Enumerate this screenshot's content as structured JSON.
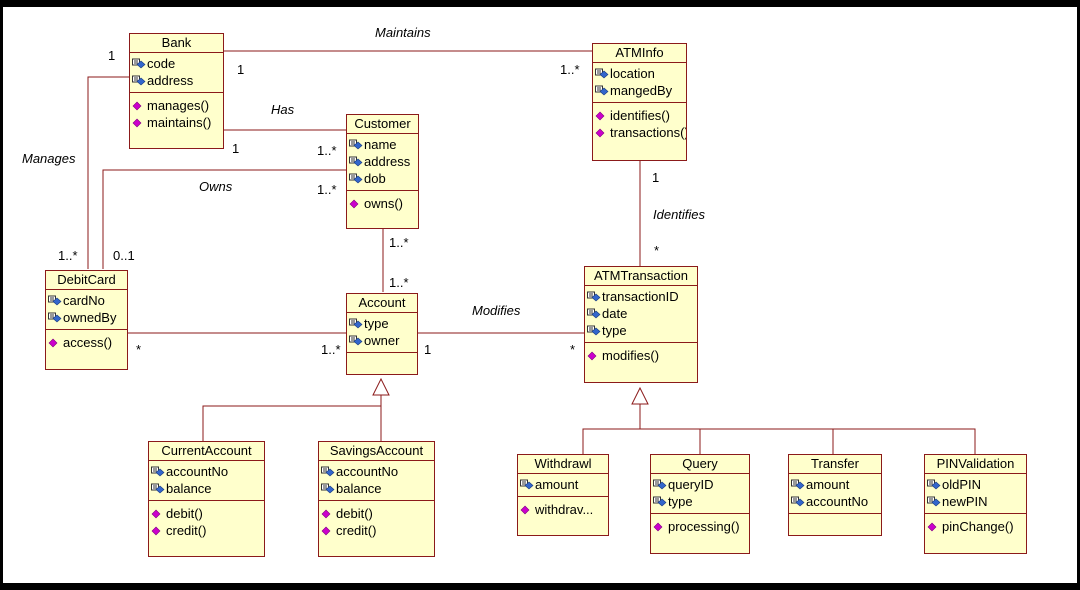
{
  "classes": [
    {
      "id": "bank",
      "name": "Bank",
      "attrs": [
        "code",
        "address"
      ],
      "ops": [
        "manages()",
        "maintains()"
      ]
    },
    {
      "id": "atminfo",
      "name": "ATMInfo",
      "attrs": [
        "location",
        "mangedBy"
      ],
      "ops": [
        "identifies()",
        "transactions()"
      ]
    },
    {
      "id": "customer",
      "name": "Customer",
      "attrs": [
        "name",
        "address",
        "dob"
      ],
      "ops": [
        "owns()"
      ]
    },
    {
      "id": "debitcard",
      "name": "DebitCard",
      "attrs": [
        "cardNo",
        "ownedBy"
      ],
      "ops": [
        "access()"
      ]
    },
    {
      "id": "account",
      "name": "Account",
      "attrs": [
        "type",
        "owner"
      ],
      "ops": []
    },
    {
      "id": "atmtransaction",
      "name": "ATMTransaction",
      "attrs": [
        "transactionID",
        "date",
        "type"
      ],
      "ops": [
        "modifies()"
      ]
    },
    {
      "id": "currentaccount",
      "name": "CurrentAccount",
      "attrs": [
        "accountNo",
        "balance"
      ],
      "ops": [
        "debit()",
        "credit()"
      ]
    },
    {
      "id": "savingsaccount",
      "name": "SavingsAccount",
      "attrs": [
        "accountNo",
        "balance"
      ],
      "ops": [
        "debit()",
        "credit()"
      ]
    },
    {
      "id": "withdrawl",
      "name": "Withdrawl",
      "attrs": [
        "amount"
      ],
      "ops": [
        "withdrav..."
      ]
    },
    {
      "id": "query",
      "name": "Query",
      "attrs": [
        "queryID",
        "type"
      ],
      "ops": [
        "processing()"
      ]
    },
    {
      "id": "transfer",
      "name": "Transfer",
      "attrs": [
        "amount",
        "accountNo"
      ],
      "ops": []
    },
    {
      "id": "pinvalidation",
      "name": "PINValidation",
      "attrs": [
        "oldPIN",
        "newPIN"
      ],
      "ops": [
        "pinChange()"
      ]
    }
  ],
  "associations": {
    "maintains": "Maintains",
    "has": "Has",
    "manages": "Manages",
    "owns": "Owns",
    "identifies": "Identifies",
    "modifies": "Modifies"
  },
  "multiplicities": {
    "bank_manages": "1",
    "bank_maintains": "1",
    "atminfo_maintains": "1..*",
    "bank_has": "1",
    "customer_has": "1..*",
    "customer_owns": "1..*",
    "debitcard_manages": "1..*",
    "debitcard_owns": "0..1",
    "customer_account": "1..*",
    "account_customer": "1..*",
    "debitcard_account": "*",
    "account_debitcard": "1..*",
    "account_modifies": "1",
    "atmtransaction_modifies": "*",
    "atminfo_identifies": "1",
    "atmtransaction_identifies": "*"
  },
  "colors": {
    "border": "#8b1a1a",
    "fill": "#ffffcc",
    "line": "#8b1a1a",
    "attr_icon": "#3366cc",
    "op_icon": "#cc00cc"
  }
}
